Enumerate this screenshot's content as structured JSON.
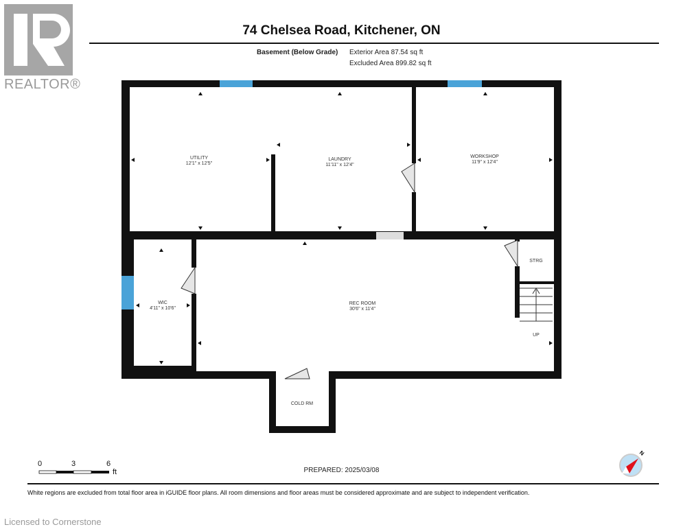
{
  "header": {
    "title": "74 Chelsea Road, Kitchener, ON",
    "level": "Basement (Below Grade)",
    "exterior_area": "Exterior Area 87.54 sq ft",
    "excluded_area": "Excluded Area 899.82 sq ft"
  },
  "logo": {
    "text": "REALTOR®"
  },
  "rooms": [
    {
      "name": "UTILITY",
      "dims": "12'1\" x 12'5\""
    },
    {
      "name": "LAUNDRY",
      "dims": "11'11\" x 12'4\""
    },
    {
      "name": "WORKSHOP",
      "dims": "11'9\" x 12'4\""
    },
    {
      "name": "WIC",
      "dims": "4'11\" x 10'6\""
    },
    {
      "name": "REC ROOM",
      "dims": "30'6\" x 11'4\""
    },
    {
      "name": "STRG",
      "dims": ""
    },
    {
      "name": "COLD RM",
      "dims": ""
    }
  ],
  "stairs_label": "UP",
  "scale": {
    "ticks": [
      "0",
      "3",
      "6"
    ],
    "unit": "ft"
  },
  "compass": {
    "label": "N"
  },
  "footer": {
    "prepared": "PREPARED: 2025/03/08",
    "disclaimer": "White regions are excluded from total floor area in iGUIDE floor plans. All room dimensions and floor areas must be considered approximate and are subject to independent verification.",
    "licensed": "Licensed to Cornerstone"
  },
  "colors": {
    "wall": "#111111",
    "window": "#4aa3d8",
    "door_gap": "#dddddd",
    "logo": "#a6a6a6"
  }
}
